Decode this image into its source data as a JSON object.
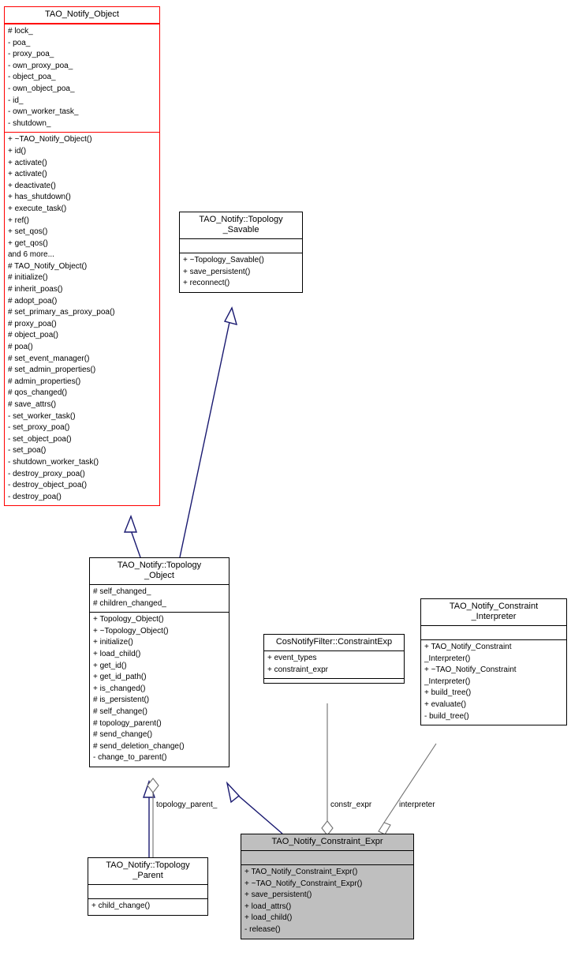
{
  "diagram": {
    "type": "uml-class-diagram",
    "title": "TAO_Notify_Constraint_Expr collaboration diagram",
    "colors": {
      "root_border": "#ff0000",
      "node_border": "#000000",
      "node_fill": "#ffffff",
      "highlight_fill": "#bfbfbf",
      "inheritance_edge": "#191970",
      "usage_edge": "#707070",
      "text": "#000000"
    }
  },
  "nodes": [
    {
      "id": "tao-notify-object",
      "title": "TAO_Notify_Object",
      "attributes": [
        "# lock_",
        "- poa_",
        "- proxy_poa_",
        "- own_proxy_poa_",
        "- object_poa_",
        "- own_object_poa_",
        "- id_",
        "- own_worker_task_",
        "- shutdown_"
      ],
      "operations": [
        "+ ~TAO_Notify_Object()",
        "+ id()",
        "+ activate()",
        "+ activate()",
        "+ deactivate()",
        "+ has_shutdown()",
        "+ execute_task()",
        "+ ref()",
        "+ set_qos()",
        "+ get_qos()",
        "and 6 more...",
        "# TAO_Notify_Object()",
        "# initialize()",
        "# inherit_poas()",
        "# adopt_poa()",
        "# set_primary_as_proxy_poa()",
        "# proxy_poa()",
        "# object_poa()",
        "# poa()",
        "# set_event_manager()",
        "# set_admin_properties()",
        "# admin_properties()",
        "# qos_changed()",
        "# save_attrs()",
        "- set_worker_task()",
        "- set_proxy_poa()",
        "- set_object_poa()",
        "- set_poa()",
        "- shutdown_worker_task()",
        "- destroy_proxy_poa()",
        "- destroy_object_poa()",
        "- destroy_poa()"
      ]
    },
    {
      "id": "topology-savable",
      "title": "TAO_Notify::Topology\n_Savable",
      "attributes": [],
      "operations": [
        "+ ~Topology_Savable()",
        "+ save_persistent()",
        "+ reconnect()"
      ]
    },
    {
      "id": "topology-object",
      "title": "TAO_Notify::Topology\n_Object",
      "attributes": [
        "# self_changed_",
        "# children_changed_"
      ],
      "operations": [
        "+ Topology_Object()",
        "+ ~Topology_Object()",
        "+ initialize()",
        "+ load_child()",
        "+ get_id()",
        "+ get_id_path()",
        "+ is_changed()",
        "# is_persistent()",
        "# self_change()",
        "# topology_parent()",
        "# send_change()",
        "# send_deletion_change()",
        "- change_to_parent()"
      ]
    },
    {
      "id": "constraint-exp",
      "title": "CosNotifyFilter::ConstraintExp",
      "attributes": [
        "+ event_types",
        "+ constraint_expr"
      ],
      "operations": []
    },
    {
      "id": "constraint-interpreter",
      "title": "TAO_Notify_Constraint\n_Interpreter",
      "attributes": [],
      "operations": [
        "+ TAO_Notify_Constraint",
        "_Interpreter()",
        "+ ~TAO_Notify_Constraint",
        "_Interpreter()",
        "+ build_tree()",
        "+ evaluate()",
        "- build_tree()"
      ]
    },
    {
      "id": "topology-parent",
      "title": "TAO_Notify::Topology\n_Parent",
      "attributes": [],
      "operations": [
        "+ child_change()"
      ]
    },
    {
      "id": "constraint-expr",
      "title": "TAO_Notify_Constraint_Expr",
      "attributes": [],
      "operations": [
        "+ TAO_Notify_Constraint_Expr()",
        "+ ~TAO_Notify_Constraint_Expr()",
        "+ save_persistent()",
        "+ load_attrs()",
        "+ load_child()",
        "- release()"
      ]
    }
  ],
  "edge_labels": [
    {
      "id": "topology-parent-label",
      "text": "topology_parent_"
    },
    {
      "id": "constr-expr-label",
      "text": "constr_expr"
    },
    {
      "id": "interpreter-label",
      "text": "interpreter"
    }
  ]
}
